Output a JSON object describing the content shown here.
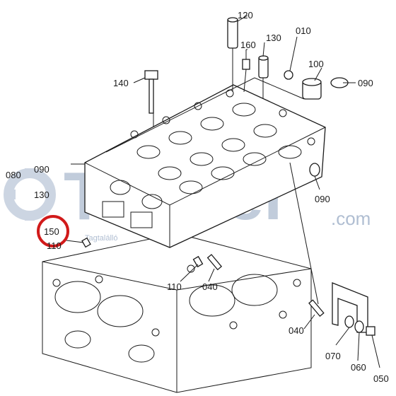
{
  "watermark": {
    "brand": "Trakter",
    "domain": ".com",
    "sub": "Tagtalálló"
  },
  "highlight_color": "#d11a1a",
  "callouts": {
    "p010": "010",
    "p040a": "040",
    "p040b": "040",
    "p050": "050",
    "p060": "060",
    "p070": "070",
    "p080": "080",
    "p090a": "090",
    "p090b": "090",
    "p090c": "090",
    "p100": "100",
    "p110a": "110",
    "p110b": "110",
    "p120": "120",
    "p130a": "130",
    "p130b": "130",
    "p140": "140",
    "p150": "150",
    "p160": "160"
  }
}
